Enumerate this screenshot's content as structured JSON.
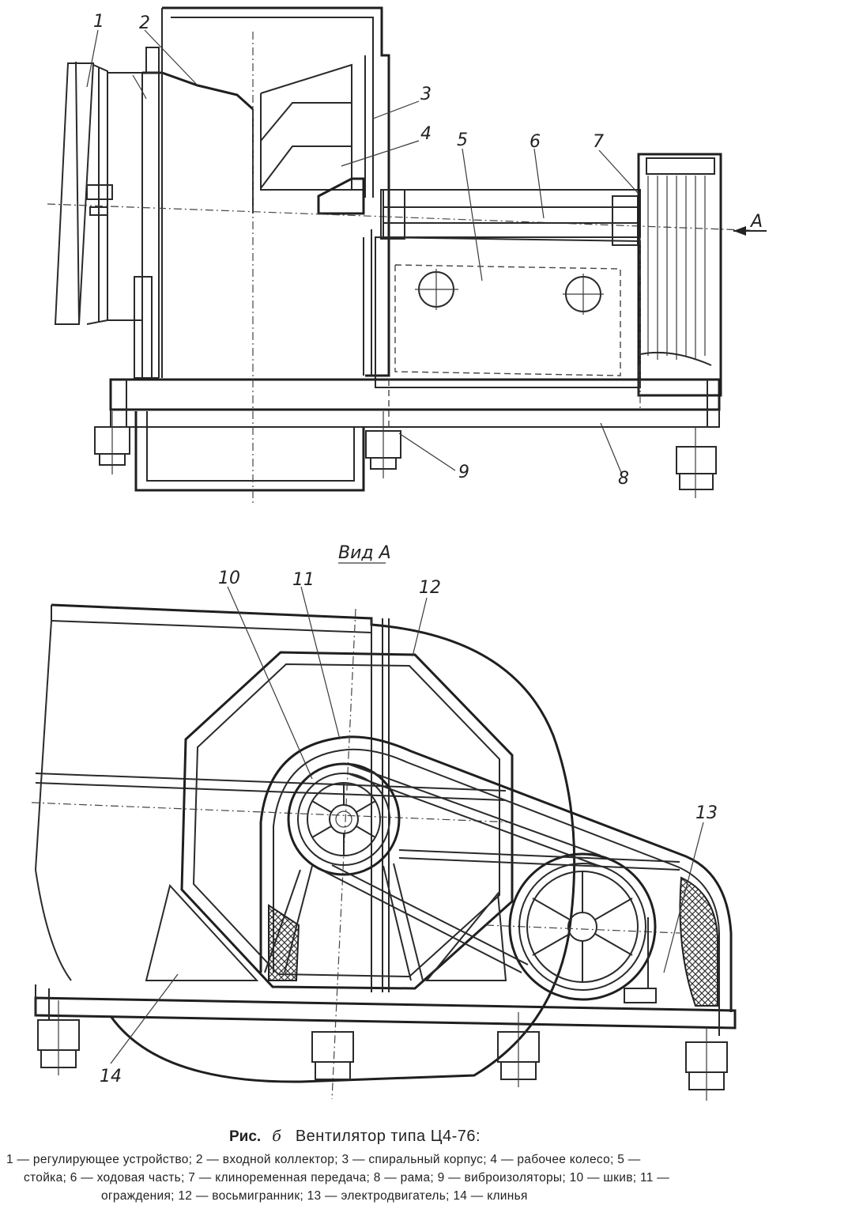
{
  "labels": {
    "l1": "1",
    "l2": "2",
    "l3": "3",
    "l4": "4",
    "l5": "5",
    "l6": "6",
    "l7": "7",
    "l8": "8",
    "l9": "9",
    "l10": "10",
    "l11": "11",
    "l12": "12",
    "l13": "13",
    "l14": "14",
    "arrow_a": "A"
  },
  "view_label": "Вид А",
  "caption": {
    "prefix": "Рис.",
    "figure_no": "б",
    "title": "Вентилятор типа Ц4-76:",
    "line1": "1 — регулирующее устройство; 2 — входной коллектор; 3 — спиральный корпус; 4 — рабочее колесо; 5 —",
    "line2": "стойка; 6 — ходовая часть; 7 — клиноременная передача; 8 — рама; 9 — виброизоляторы; 10 — шкив; 11 —",
    "line3": "ограждения;  12  —  восьмигранник;  13  —  электродвигатель;  14  —  клинья"
  }
}
